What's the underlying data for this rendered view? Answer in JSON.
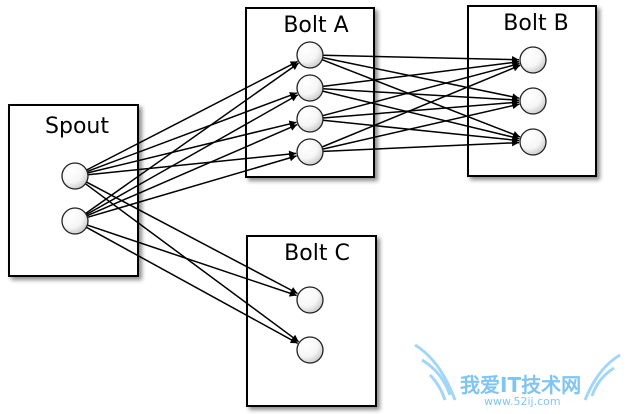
{
  "diagram": {
    "components": [
      {
        "id": "spout",
        "label": "Spout",
        "node_count": 2
      },
      {
        "id": "boltA",
        "label": "Bolt A",
        "node_count": 4
      },
      {
        "id": "boltB",
        "label": "Bolt B",
        "node_count": 3
      },
      {
        "id": "boltC",
        "label": "Bolt C",
        "node_count": 2
      }
    ],
    "connections": [
      {
        "from": "spout",
        "to": "boltA",
        "pattern": "all-to-all"
      },
      {
        "from": "spout",
        "to": "boltC",
        "pattern": "all-to-all"
      },
      {
        "from": "boltA",
        "to": "boltB",
        "pattern": "all-to-all"
      }
    ],
    "colors": {
      "line": "#000000",
      "box_fill": "#ffffff",
      "watermark": "#6bbcf0"
    }
  },
  "watermark": {
    "title": "我爱IT技术网",
    "url": "www.52ij.com"
  }
}
